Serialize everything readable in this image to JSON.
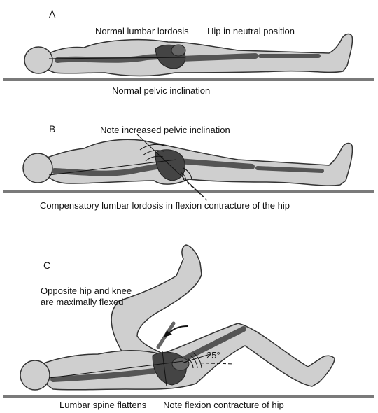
{
  "panels": {
    "a": {
      "letter": "A",
      "label_lordosis": "Normal lumbar lordosis",
      "label_hip": "Hip in neutral position",
      "label_inclination": "Normal pelvic inclination"
    },
    "b": {
      "letter": "B",
      "label_pelvic": "Note increased pelvic inclination",
      "label_compensatory": "Compensatory lumbar lordosis in flexion contracture of the hip"
    },
    "c": {
      "letter": "C",
      "label_opposite_1": "Opposite hip and knee",
      "label_opposite_2": "are maximally flexed",
      "label_angle": "25°",
      "label_spine": "Lumbar spine flattens",
      "label_contracture": "Note flexion contracture of hip"
    }
  },
  "colors": {
    "body_fill": "#cfcfcf",
    "body_stroke": "#333333",
    "bone_fill": "#555555",
    "pelvis_fill": "#444444",
    "floor": "#7a7a7a"
  }
}
